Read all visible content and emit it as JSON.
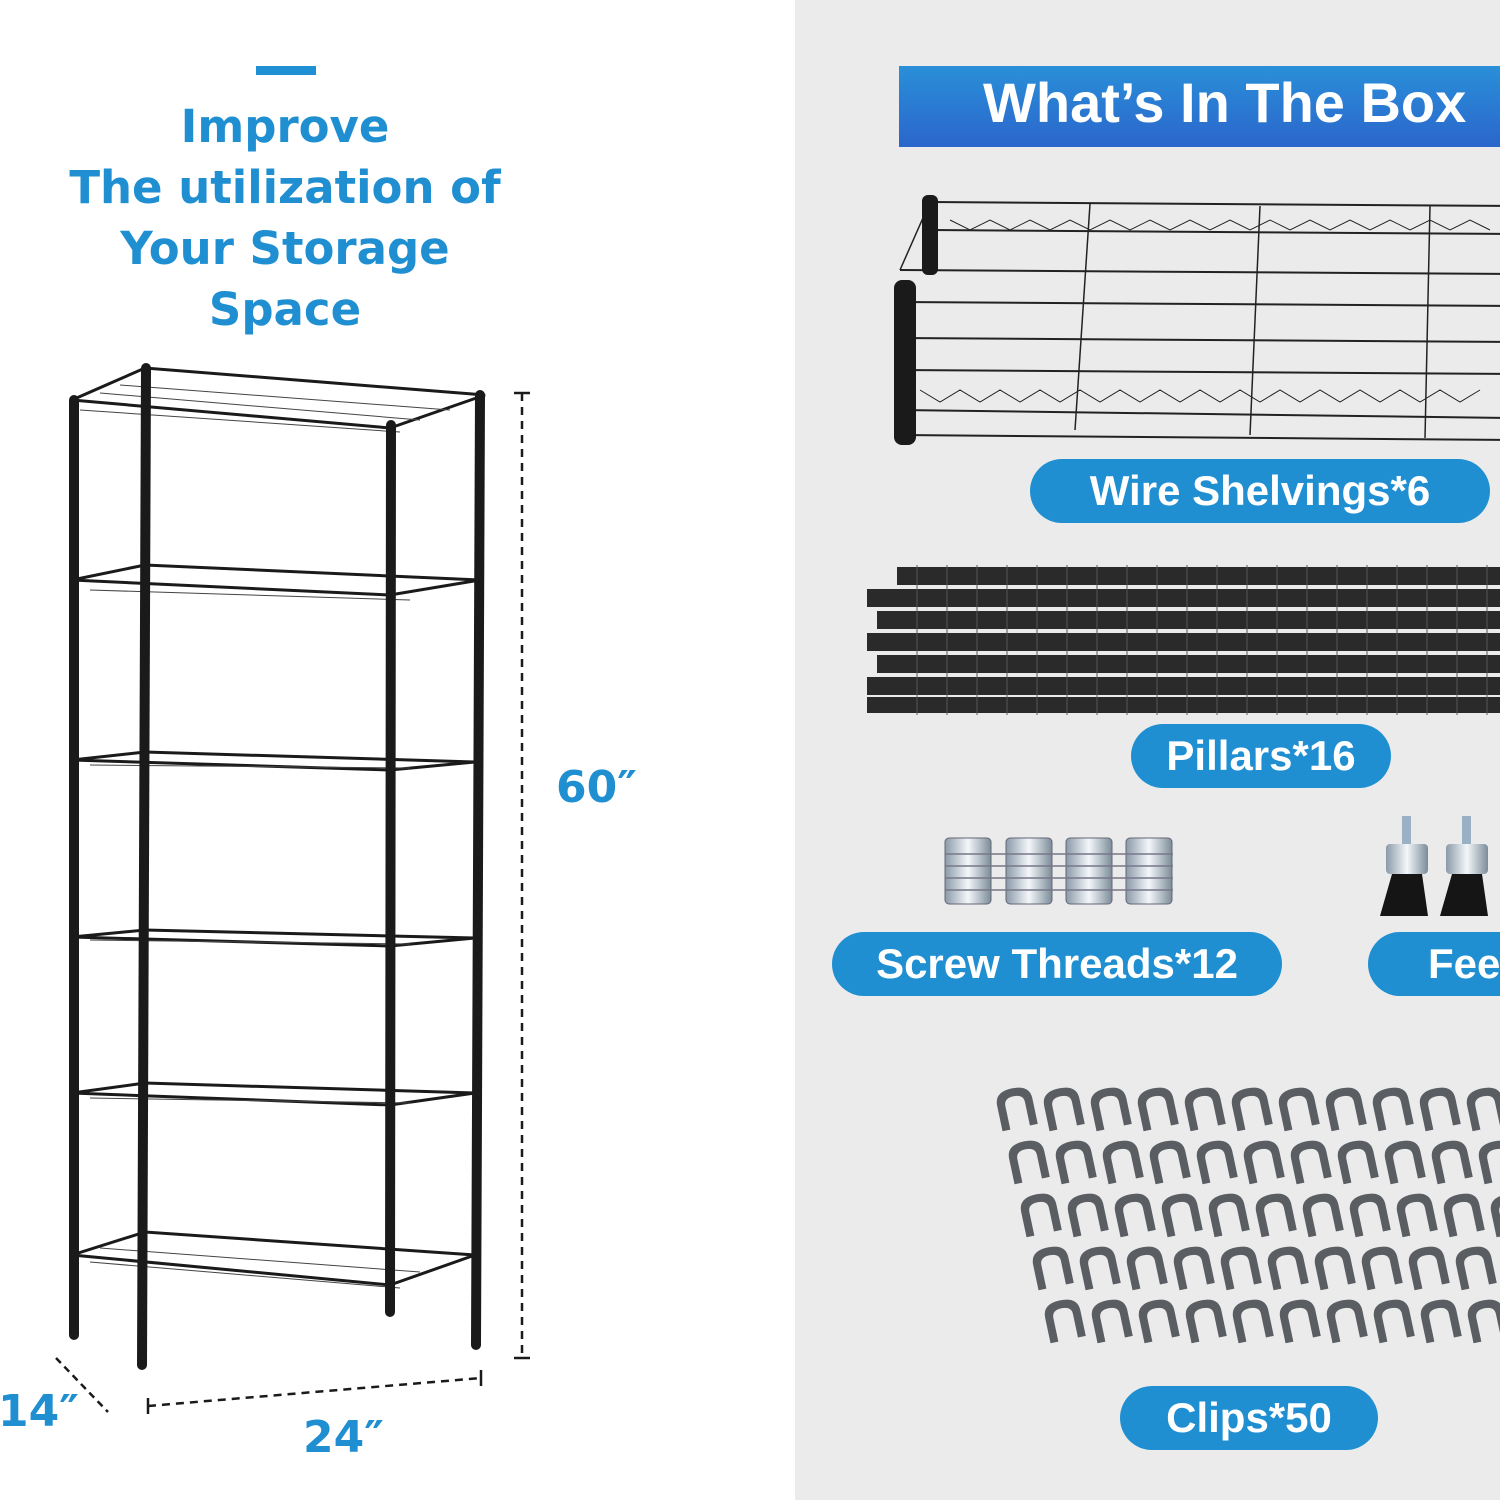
{
  "left_panel": {
    "headline": [
      "Improve",
      "The utilization of",
      "Your Storage",
      "Space"
    ],
    "dimensions": {
      "height": "60″",
      "width": "24″",
      "depth": "14″"
    }
  },
  "right_panel": {
    "title": "What’s In The Box",
    "items": [
      {
        "label": "Wire Shelvings*6"
      },
      {
        "label": "Pillars*16"
      },
      {
        "label": "Screw Threads*12"
      },
      {
        "label": "Feet"
      },
      {
        "label": "Clips*50"
      }
    ]
  },
  "colors": {
    "accent": "#1f8fd2",
    "title_bar_top": "#2a8fd8",
    "title_bar_bottom": "#2b66cc",
    "panel_bg": "#ebebeb"
  }
}
